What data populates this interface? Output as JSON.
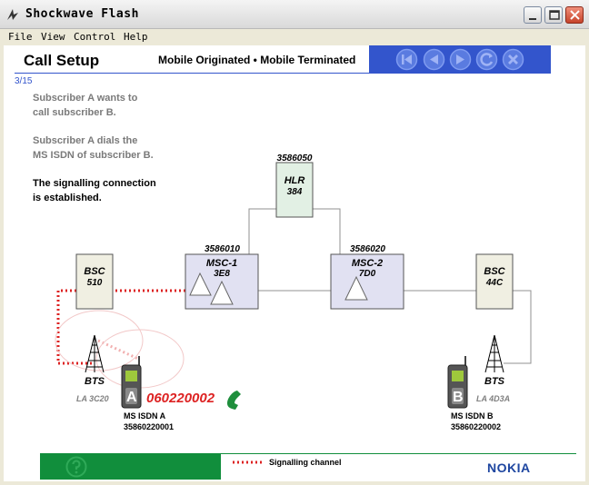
{
  "window": {
    "title": "Shockwave Flash"
  },
  "menu": {
    "file": "File",
    "view": "View",
    "control": "Control",
    "help": "Help"
  },
  "header": {
    "title": "Call Setup",
    "subtitle": "Mobile Originated • Mobile Terminated"
  },
  "page_indicator": "3/15",
  "steps": {
    "step1": [
      "Subscriber A wants to",
      "call subscriber B."
    ],
    "step2": [
      "Subscriber A dials the",
      "MS ISDN of subscriber B."
    ],
    "step3": [
      "The signalling connection",
      "is established."
    ]
  },
  "diagram": {
    "hlr": {
      "number": "3586050",
      "name": "HLR",
      "code": "384"
    },
    "msc1": {
      "number": "3586010",
      "name": "MSC-1",
      "code": "3E8"
    },
    "msc2": {
      "number": "3586020",
      "name": "MSC-2",
      "code": "7D0"
    },
    "bsc_left": {
      "name": "BSC",
      "code": "510"
    },
    "bsc_right": {
      "name": "BSC",
      "code": "44C"
    },
    "bts_left": {
      "name": "BTS",
      "la": "LA 3C20"
    },
    "bts_right": {
      "name": "BTS",
      "la": "LA 4D3A"
    },
    "phone_a": {
      "letter": "A",
      "dialed_number": "060220002",
      "label": "MS ISDN A",
      "isdn": "35860220001"
    },
    "phone_b": {
      "letter": "B",
      "label": "MS ISDN B",
      "isdn": "35860220002"
    }
  },
  "footer": {
    "legend": "Signalling channel",
    "brand": "NOKIA"
  },
  "colors": {
    "node_fill": "#e1e1f2",
    "hlr_fill": "#e2f0e4",
    "bsc_fill": "#f0efe2",
    "signal": "#dd2222",
    "accent": "#3355cc",
    "footer_green": "#118e3c"
  },
  "icons": [
    "flash-app-icon",
    "minimize-icon",
    "maximize-icon",
    "close-icon",
    "first-icon",
    "back-icon",
    "forward-icon",
    "replay-icon",
    "exit-icon",
    "help-icon",
    "handset-icon"
  ]
}
